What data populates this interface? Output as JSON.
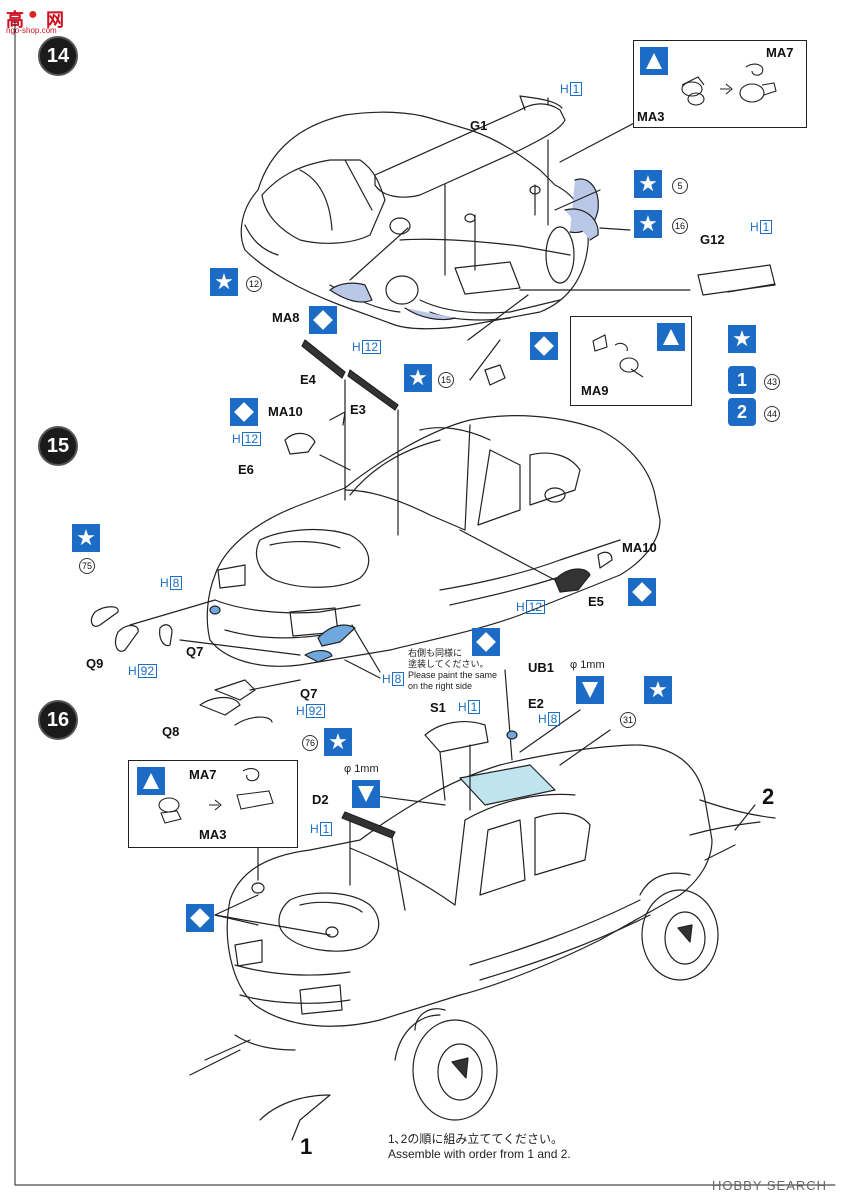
{
  "steps": {
    "s14": "14",
    "s15": "15",
    "s16": "16"
  },
  "parts": {
    "G1": "G1",
    "MA3_a": "MA3",
    "MA7_a": "MA7",
    "G12": "G12",
    "MA8": "MA8",
    "MA9": "MA9",
    "E4": "E4",
    "E3": "E3",
    "MA10_a": "MA10",
    "E6": "E6",
    "MA10_b": "MA10",
    "E5": "E5",
    "Q9": "Q9",
    "Q7_a": "Q7",
    "Q7_b": "Q7",
    "Q8": "Q8",
    "UB1": "UB1",
    "E2": "E2",
    "S1": "S1",
    "D2": "D2",
    "MA7_b": "MA7",
    "MA3_b": "MA3"
  },
  "h_refs": {
    "h1_a": {
      "prefix": "H",
      "num": "1"
    },
    "h1_b": {
      "prefix": "H",
      "num": "1"
    },
    "h12_a": {
      "prefix": "H",
      "num": "12"
    },
    "h12_b": {
      "prefix": "H",
      "num": "12"
    },
    "h12_c": {
      "prefix": "H",
      "num": "12"
    },
    "h8_a": {
      "prefix": "H",
      "num": "8"
    },
    "h8_b": {
      "prefix": "H",
      "num": "8"
    },
    "h8_c": {
      "prefix": "H",
      "num": "8"
    },
    "h92_a": {
      "prefix": "H",
      "num": "92"
    },
    "h92_b": {
      "prefix": "H",
      "num": "92"
    },
    "h1_c": {
      "prefix": "H",
      "num": "1"
    },
    "h1_d": {
      "prefix": "H",
      "num": "1"
    }
  },
  "color_numbers": {
    "c5": "5",
    "c16": "16",
    "c12": "12",
    "c15": "15",
    "c43": "43",
    "c44": "44",
    "c75": "75",
    "c76": "76",
    "c31": "31"
  },
  "drill": {
    "d1": "φ 1mm",
    "d2": "φ 1mm"
  },
  "note_right_side": {
    "line1": "右側も同様に",
    "line2": "塗装してください。",
    "line3": "Please paint the same",
    "line4": "on the right side"
  },
  "order": {
    "one": "1",
    "two": "2"
  },
  "assemble": {
    "jp": "1､2の順に組み立ててください。",
    "en": "Assemble with order from 1 and 2."
  },
  "paint_marks": {
    "p1": "1",
    "p2": "2"
  },
  "watermark": {
    "left": "ngo-shop.com",
    "right": "HOBBY SEARCH"
  },
  "colors": {
    "accent": "#1c6cc6",
    "line": "#222222",
    "window_fill": "#bfe3ef",
    "part_fill": "#b9c8e6"
  },
  "icons": [
    "star-icon",
    "diamond-icon",
    "wedge-icon",
    "drill-icon",
    "arrow-icon"
  ]
}
